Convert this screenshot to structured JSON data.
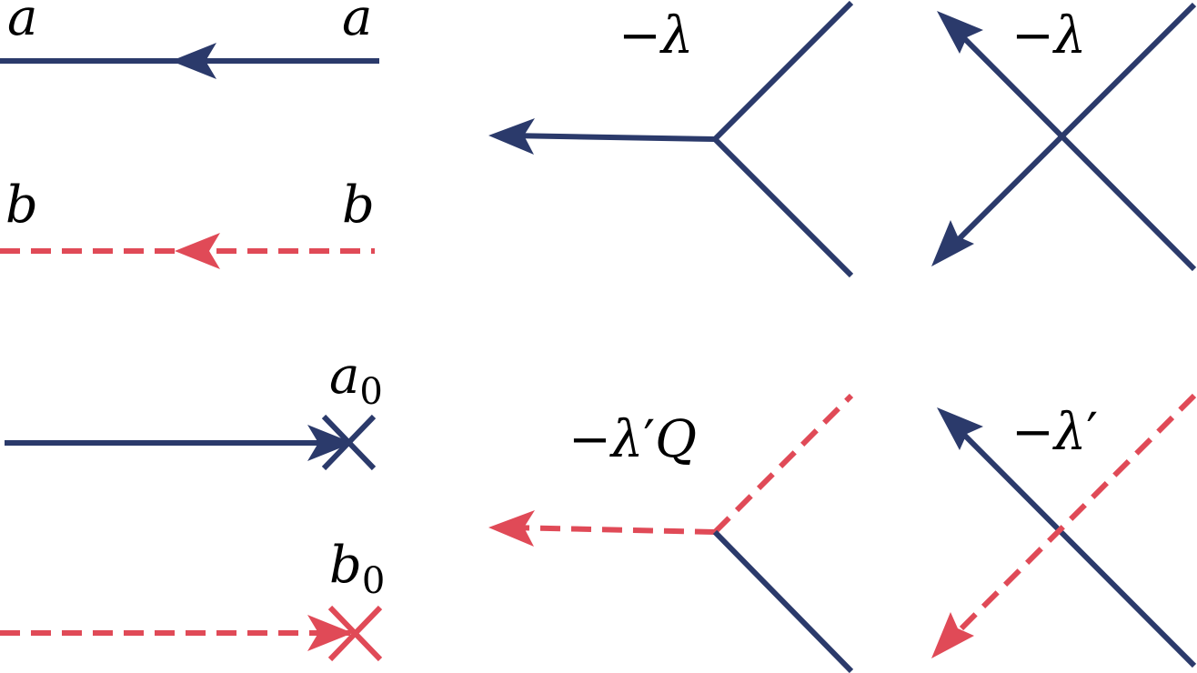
{
  "colors": {
    "solid_line": "#2B3A6B",
    "dashed_line": "#E04A57",
    "text": "#000000",
    "background": "#FFFFFF"
  },
  "propagators": {
    "a": {
      "left_label": "a",
      "right_label": "a"
    },
    "b": {
      "left_label": "b",
      "right_label": "b"
    }
  },
  "sources": {
    "a0": {
      "label_base": "a",
      "label_sub": "0"
    },
    "b0": {
      "label_base": "b",
      "label_sub": "0"
    }
  },
  "vertices": {
    "cubic": {
      "minus": "−",
      "coupling": "λ",
      "suffix": ""
    },
    "quartic": {
      "minus": "−",
      "coupling": "λ",
      "suffix": ""
    },
    "mixed_cubic": {
      "minus": "−",
      "coupling": "λ",
      "prime": "′",
      "suffix": "Q"
    },
    "mixed_quartic": {
      "minus": "−",
      "coupling": "λ",
      "prime": "′",
      "suffix": ""
    }
  }
}
